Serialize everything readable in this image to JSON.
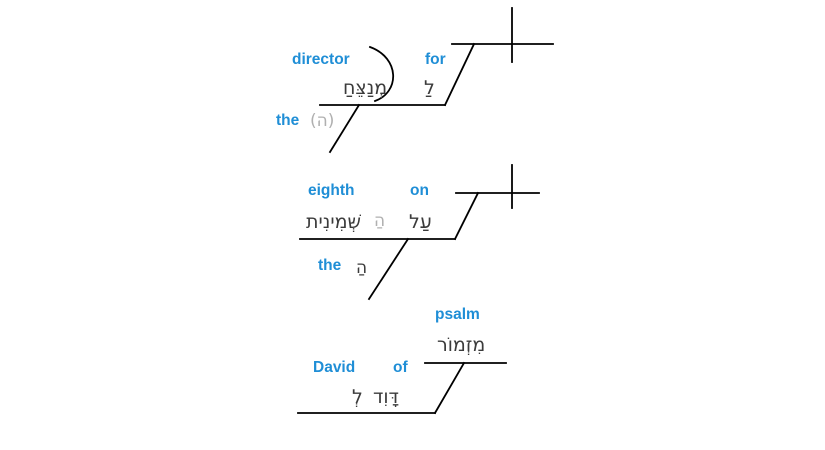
{
  "diagram": {
    "type": "hebrew-syntax-line-diagram",
    "colors": {
      "gloss_blue": "#1f8ed6",
      "hebrew_dark": "#3b3b3b",
      "hebrew_faint": "#b0b0b0",
      "line_black": "#000000",
      "background": "#ffffff"
    },
    "clauses": [
      {
        "id": "clause-1",
        "gloss_words": [
          {
            "label": "director"
          },
          {
            "label": "for"
          },
          {
            "label": "the"
          }
        ],
        "hebrew_words": [
          {
            "text": "מְנַצֵּחַ"
          },
          {
            "text": "לַ"
          },
          {
            "text": "(ה)"
          }
        ]
      },
      {
        "id": "clause-2",
        "gloss_words": [
          {
            "label": "eighth"
          },
          {
            "label": "on"
          },
          {
            "label": "the"
          }
        ],
        "hebrew_words": [
          {
            "text": "שְּׁמִינִית"
          },
          {
            "text": "הַ"
          },
          {
            "text": "עַל"
          },
          {
            "text": "הַ"
          }
        ]
      },
      {
        "id": "clause-3",
        "gloss_words": [
          {
            "label": "psalm"
          },
          {
            "label": "David"
          },
          {
            "label": "of"
          }
        ],
        "hebrew_words": [
          {
            "text": "מִזְמוֹר"
          },
          {
            "text": "דָּוִד"
          },
          {
            "text": "לְ"
          }
        ]
      }
    ]
  }
}
